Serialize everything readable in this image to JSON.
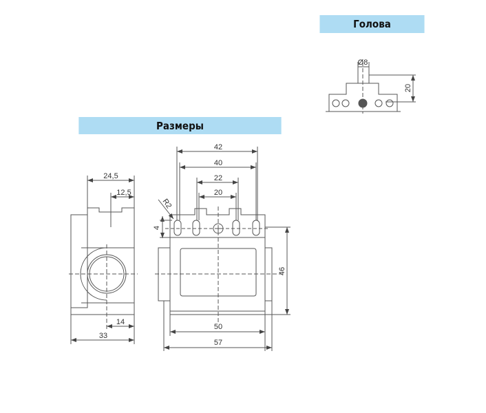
{
  "headers": {
    "head": "Голова",
    "dimensions": "Размеры"
  },
  "head_view": {
    "diameter": "Ø8",
    "height": "20"
  },
  "side_view": {
    "dim_top_width": "24,5",
    "dim_notch": "12,5",
    "dim_center": "14",
    "dim_depth": "33"
  },
  "front_view": {
    "dim_42": "42",
    "dim_40": "40",
    "dim_22": "22",
    "dim_20": "20",
    "radius": "R2",
    "dim_4": "4",
    "dim_46": "46",
    "dim_50": "50",
    "dim_57": "57"
  },
  "colors": {
    "header_bg": "#aedcf3",
    "line": "#555555"
  }
}
